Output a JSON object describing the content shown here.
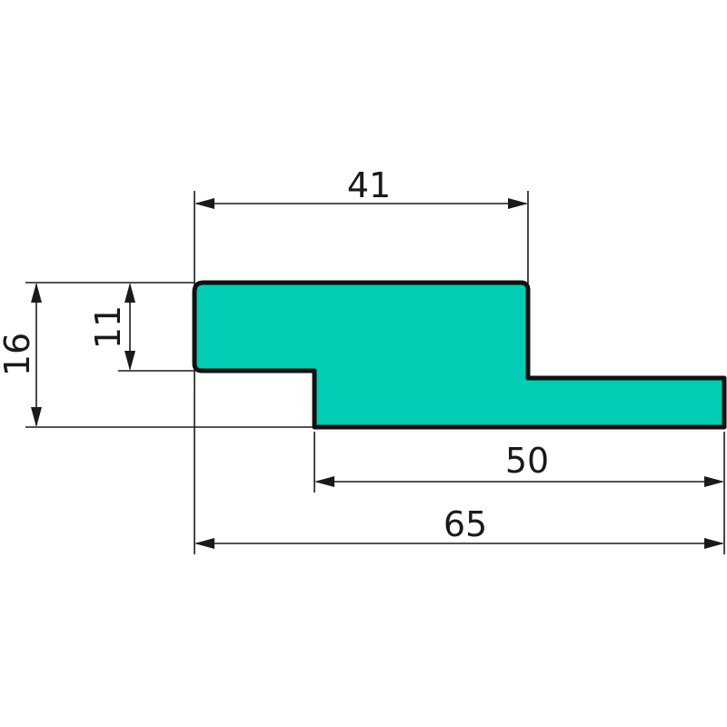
{
  "profile": {
    "fill_color": "#00cdb4",
    "outline_color": "#111111"
  },
  "dimensions": {
    "width_top": "41",
    "width_bottom": "50",
    "width_total": "65",
    "height_total": "16",
    "height_top": "11"
  }
}
